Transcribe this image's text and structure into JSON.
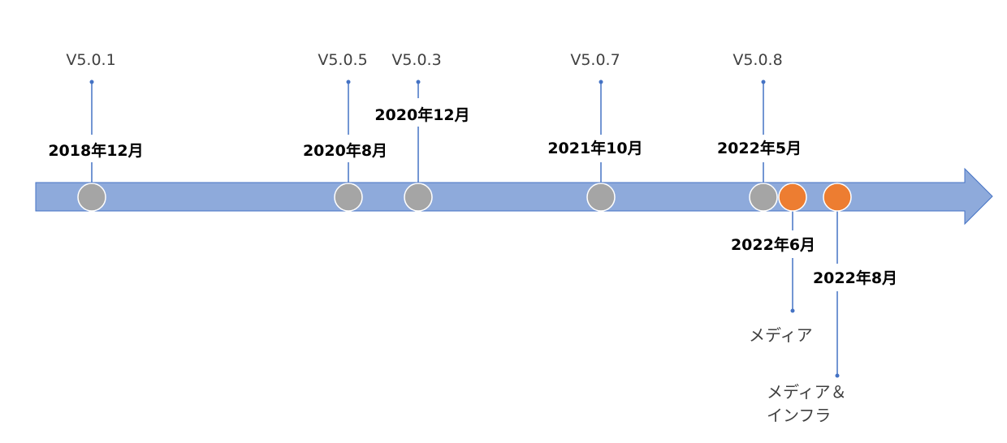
{
  "colors": {
    "arrow_fill": "#8eaadb",
    "arrow_stroke": "#4472c4",
    "connector": "#4472c4",
    "release_marker": "#a5a5a5",
    "planned_marker": "#ed7d31"
  },
  "releases": [
    {
      "version": "V5.0.1",
      "date": "2018年12月"
    },
    {
      "version": "V5.0.5",
      "date": "2020年8月"
    },
    {
      "version": "V5.0.3",
      "date": "2020年12月"
    },
    {
      "version": "V5.0.7",
      "date": "2021年10月"
    },
    {
      "version": "V5.0.8",
      "date": "2022年5月"
    }
  ],
  "planned": [
    {
      "date": "2022年6月",
      "label_lines": [
        "メディア"
      ]
    },
    {
      "date": "2022年8月",
      "label_lines": [
        "メディア＆",
        "インフラ"
      ]
    }
  ]
}
